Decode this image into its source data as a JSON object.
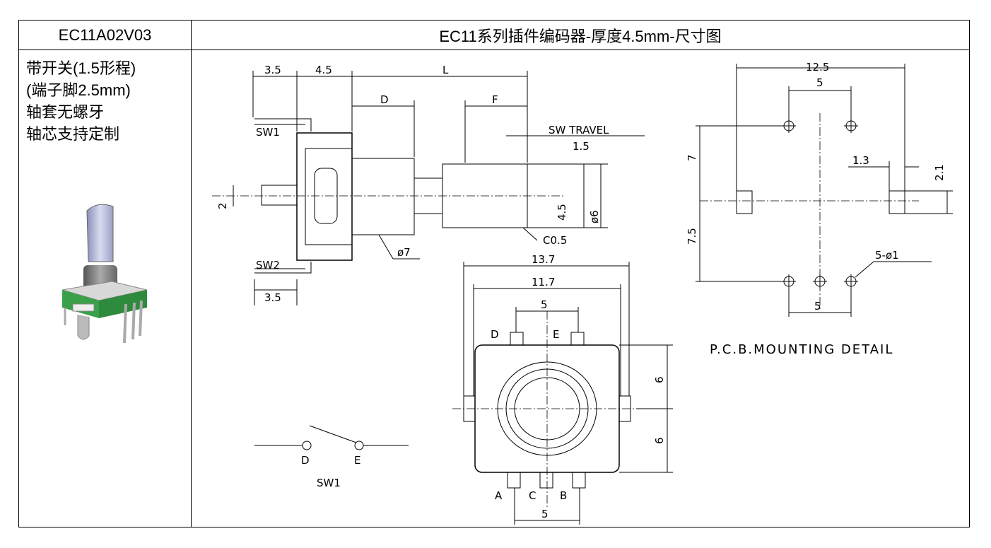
{
  "table": {
    "model": "EC11A02V03",
    "title": "EC11系列插件编码器-厚度4.5mm-尺寸图",
    "features": [
      "带开关(1.5形程)",
      "(端子脚2.5mm)",
      "轴套无螺牙",
      "轴芯支持定制"
    ]
  },
  "side_view": {
    "dim_3_5_top": "3.5",
    "dim_4_5": "4.5",
    "dim_L": "L",
    "dim_D": "D",
    "dim_F": "F",
    "sw_travel": "SW TRAVEL",
    "sw_travel_val": "1.5",
    "sw1": "SW1",
    "sw2": "SW2",
    "dim_3_5_bottom": "3.5",
    "tol_2": "2",
    "tol_4_5": "4.5",
    "tol_6": "ø6",
    "chamfer": "C0.5",
    "dia7": "ø7"
  },
  "front_view": {
    "dim_13_7": "13.7",
    "dim_11_7": "11.7",
    "dim_5_top": "5",
    "pin_D": "D",
    "pin_E": "E",
    "dim_6_upper": "6",
    "dim_6_lower": "6",
    "pin_A": "A",
    "pin_C": "C",
    "pin_B": "B",
    "dim_5_bottom": "5"
  },
  "switch": {
    "d": "D",
    "e": "E",
    "label": "SW1"
  },
  "pcb": {
    "dim_12_5": "12.5",
    "dim_5_top": "5",
    "dim_7": "7",
    "dim_1_3": "1.3",
    "dim_2_1": "2.1",
    "dim_7_5": "7.5",
    "holes": "5-ø1",
    "dim_5_bottom": "5",
    "caption": "P.C.B.MOUNTING DETAIL"
  }
}
